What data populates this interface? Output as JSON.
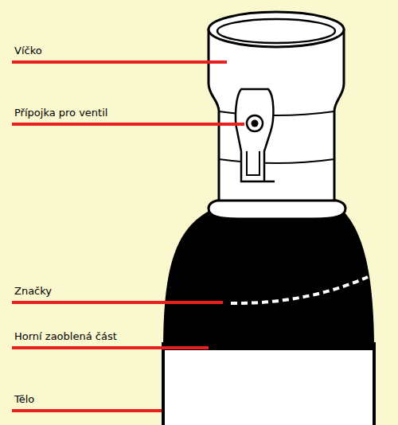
{
  "diagram": {
    "labels": [
      "Víčko",
      "Přípojka pro ventil",
      "Značky",
      "Horní zaoblená část",
      "Tělo"
    ]
  }
}
